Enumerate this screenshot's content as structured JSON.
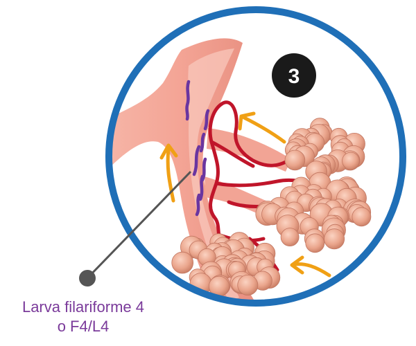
{
  "step_number": "3",
  "caption": {
    "line1": "Larva filariforme 4",
    "line2": "o F4/L4"
  },
  "colors": {
    "ring": "#1f6fb7",
    "badge": "#1a1a1a",
    "badge_text": "#ffffff",
    "caption": "#7a3a9a",
    "arrow": "#f0a015",
    "vessel": "#c0152a",
    "larva": "#6a35a0",
    "airway": "#f2a79a",
    "alveoli": "#e9a48b",
    "pointer": "#555555"
  },
  "icons": {
    "badge": "step-number-badge",
    "pointer": "callout-pointer-dot"
  }
}
